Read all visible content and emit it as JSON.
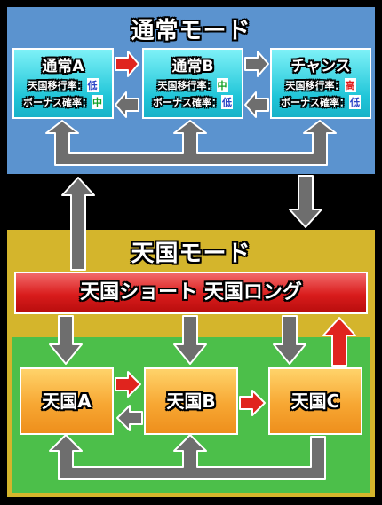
{
  "normal_mode": {
    "title": "通常モード",
    "states": [
      {
        "name": "通常A",
        "row1_label": "天国移行率：",
        "row1_level": "低",
        "row2_label": "ボーナス確率：",
        "row2_level": "中"
      },
      {
        "name": "通常B",
        "row1_label": "天国移行率：",
        "row1_level": "中",
        "row2_label": "ボーナス確率：",
        "row2_level": "低"
      },
      {
        "name": "チャンス",
        "row1_label": "天国移行率：",
        "row1_level": "高",
        "row2_label": "ボーナス確率：",
        "row2_level": "低"
      }
    ]
  },
  "tengoku_mode": {
    "title": "天国モード",
    "banner": "天国ショート 天国ロング",
    "states": [
      "天国A",
      "天国B",
      "天国C"
    ]
  },
  "colors": {
    "normal_bg": "#5b93cf",
    "tengoku_bg": "#d4b52c",
    "inner_bg": "#4cbf4a",
    "arrow_gray": "#6e6e6e",
    "arrow_red": "#e0241e",
    "level_low": "#2a44c6",
    "level_mid": "#12a026",
    "level_high": "#e01818"
  }
}
